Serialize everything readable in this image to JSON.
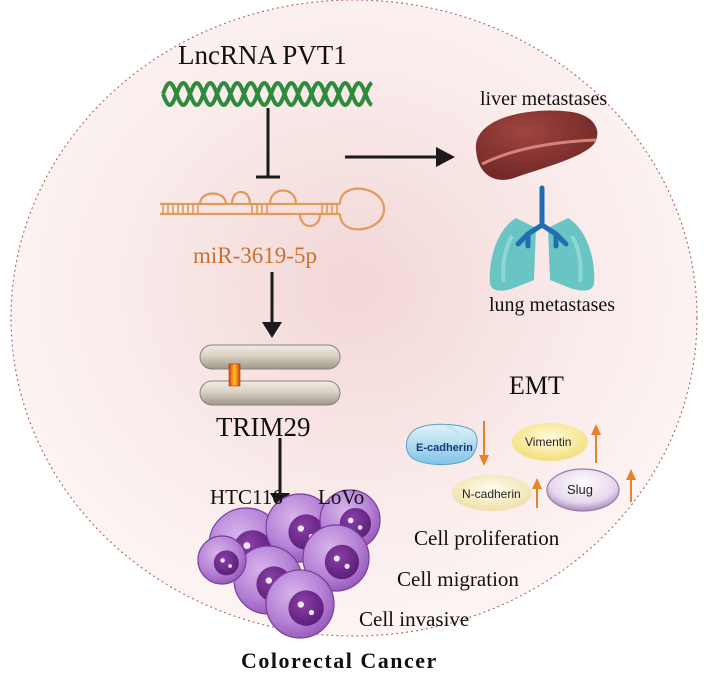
{
  "title": "Colorectal Cancer",
  "lncrna": "LncRNA PVT1",
  "mirna": "miR-3619-5p",
  "target": "TRIM29",
  "metastases": {
    "liver": "liver metastases",
    "lung": "lung  metastases"
  },
  "emt": {
    "title": "EMT",
    "markers": [
      {
        "name": "E-cadherin",
        "direction": "down"
      },
      {
        "name": "Vimentin",
        "direction": "up"
      },
      {
        "name": "N-cadherin",
        "direction": "up"
      },
      {
        "name": "Slug",
        "direction": "up"
      }
    ]
  },
  "cell_lines": [
    "HTC116",
    "LoVo"
  ],
  "phenotypes": [
    "Cell proliferation",
    "Cell migration",
    "Cell invasive"
  ],
  "colors": {
    "helix": "#2e8b3d",
    "mirna": "#e09a5a",
    "mirna_text": "#c9722f",
    "arrow_up": "#e8822a",
    "cell": "#8a3fa8",
    "liver": "#7a2b2b",
    "lung": "#69c4c4",
    "bronchi": "#1f6fb0"
  }
}
